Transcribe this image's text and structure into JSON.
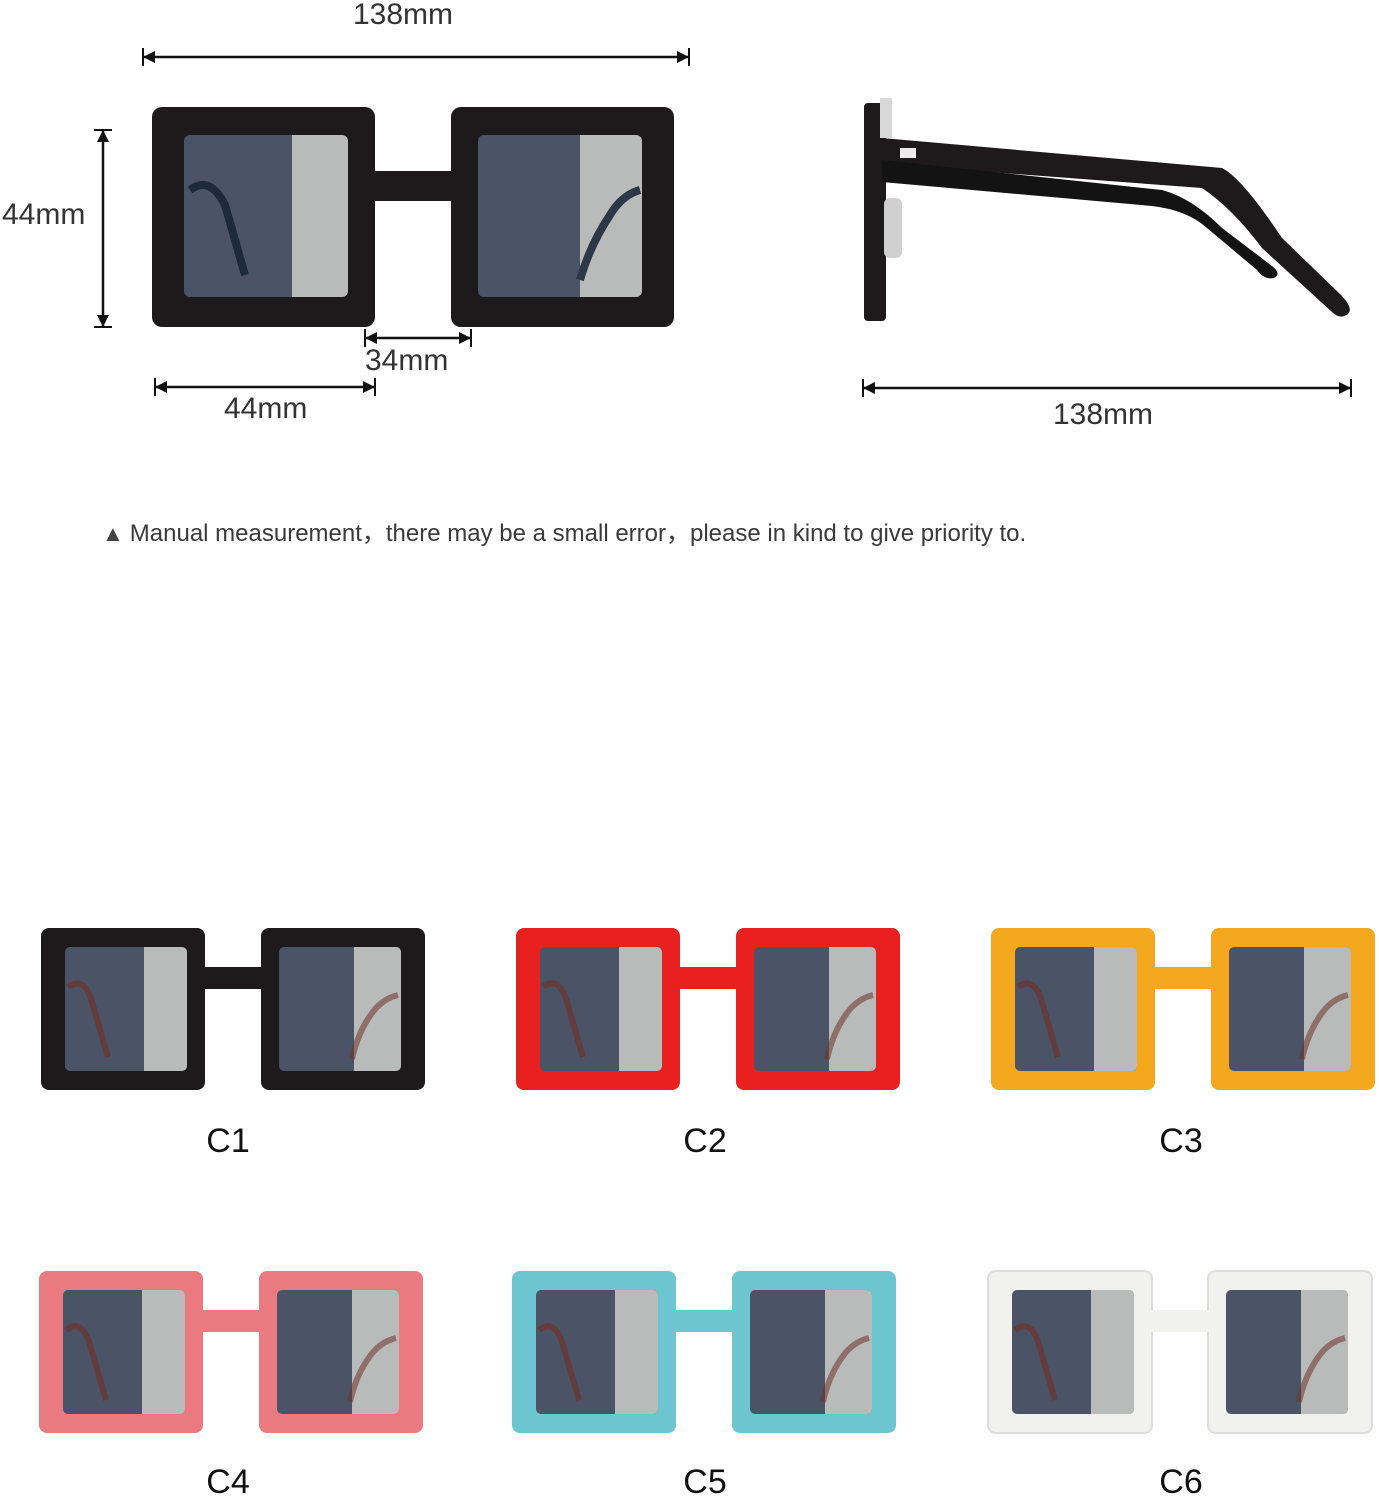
{
  "dimensions": {
    "total_width_front": "138mm",
    "lens_height": "44mm",
    "bridge_width": "34mm",
    "lens_width": "44mm",
    "temple_length": "138mm"
  },
  "note": {
    "icon": "triangle-up-icon",
    "text": "Manual measurement，there may be a small error，please in kind to give priority to."
  },
  "variants": [
    {
      "label": "C1",
      "frame_color": "#1c1a1a"
    },
    {
      "label": "C2",
      "frame_color": "#e8201f"
    },
    {
      "label": "C3",
      "frame_color": "#f4a81d"
    },
    {
      "label": "C4",
      "frame_color": "#ea7a80"
    },
    {
      "label": "C5",
      "frame_color": "#6cc5cf"
    },
    {
      "label": "C6",
      "frame_color": "#f1f1ef"
    }
  ],
  "colors": {
    "lens_dark": "#4a5466",
    "lens_light": "#b9bbba",
    "arrow": "#111111"
  }
}
